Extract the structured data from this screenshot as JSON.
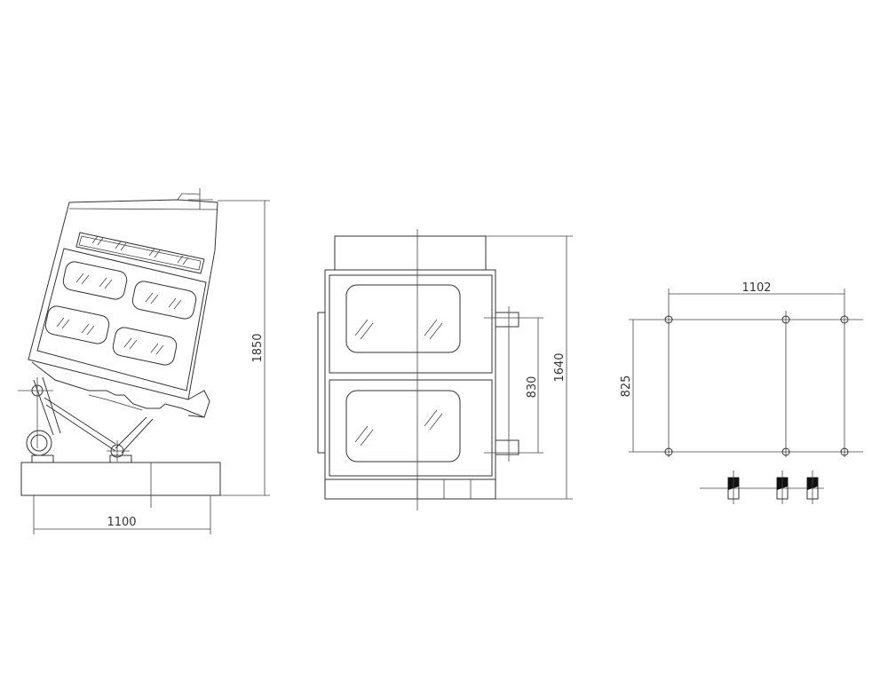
{
  "dimensions": {
    "side_height": "1850",
    "side_width": "1100",
    "front_height": "1640",
    "front_spacing": "830",
    "plan_width": "1102",
    "plan_depth": "825"
  }
}
